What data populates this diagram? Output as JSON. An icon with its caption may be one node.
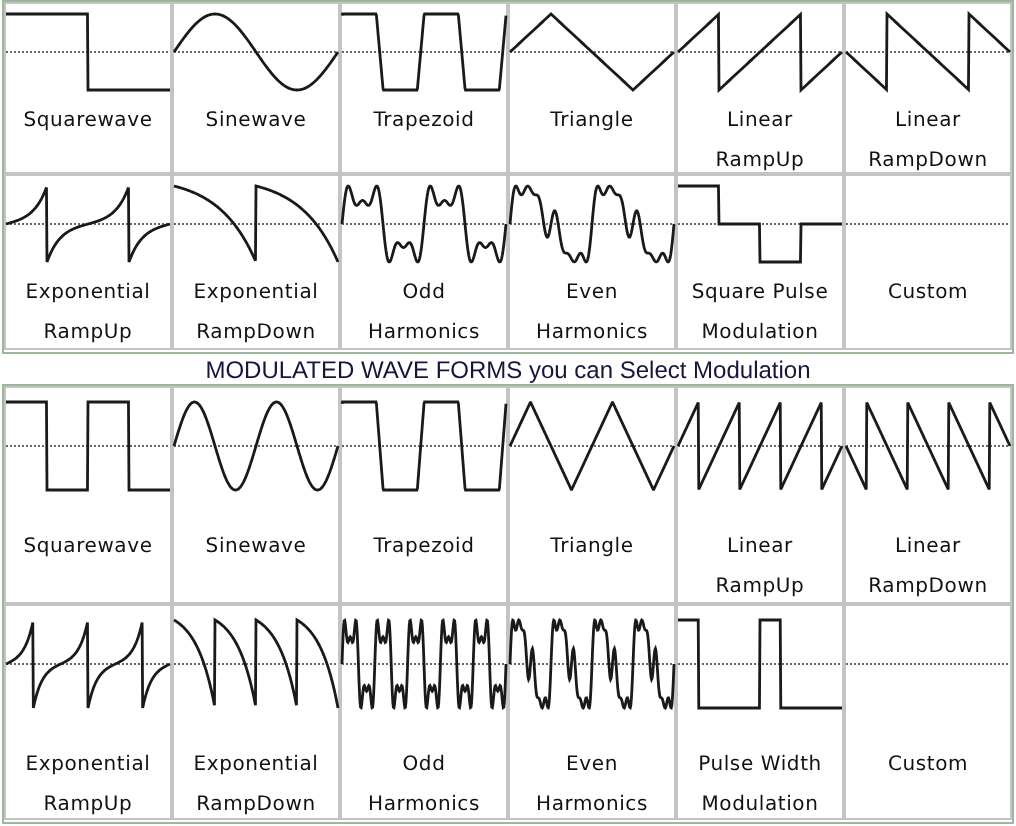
{
  "diagram": {
    "nodes": [
      {
        "text": [
          "Squarewave"
        ]
      },
      {
        "text": [
          "Sinewave"
        ]
      },
      {
        "text": [
          "Trapezoid"
        ]
      },
      {
        "text": [
          "Triangle"
        ]
      },
      {
        "text": [
          "Linear RampUp"
        ]
      },
      {
        "text": [
          "Linear RampDown"
        ]
      },
      {
        "text": [
          "Exponential RampUp"
        ]
      },
      {
        "text": [
          "Exponential RampDown"
        ]
      },
      {
        "text": [
          "Odd Harmonics"
        ]
      },
      {
        "text": [
          "Even Harmonics"
        ]
      },
      {
        "text": [
          "Square Pulse Modulation"
        ]
      },
      {
        "text": [
          "Custom"
        ]
      },
      {
        "text": [
          "Squarewave"
        ]
      },
      {
        "text": [
          "Sinewave"
        ]
      },
      {
        "text": [
          "Trapezoid"
        ]
      },
      {
        "text": [
          "Triangle"
        ]
      },
      {
        "text": [
          "Linear RampUp"
        ]
      },
      {
        "text": [
          "Linear RampDown"
        ]
      },
      {
        "text": [
          "Exponential RampUp"
        ]
      },
      {
        "text": [
          "Exponential RampDown"
        ]
      },
      {
        "text": [
          "Odd Harmonics"
        ]
      },
      {
        "text": [
          "Even Harmonics"
        ]
      },
      {
        "text": [
          "Pulse Width Modulation"
        ]
      },
      {
        "text": [
          "Custom"
        ]
      }
    ],
    "labels": [
      "MODULATED WAVE FORMS you can Select Modulation"
    ]
  }
}
